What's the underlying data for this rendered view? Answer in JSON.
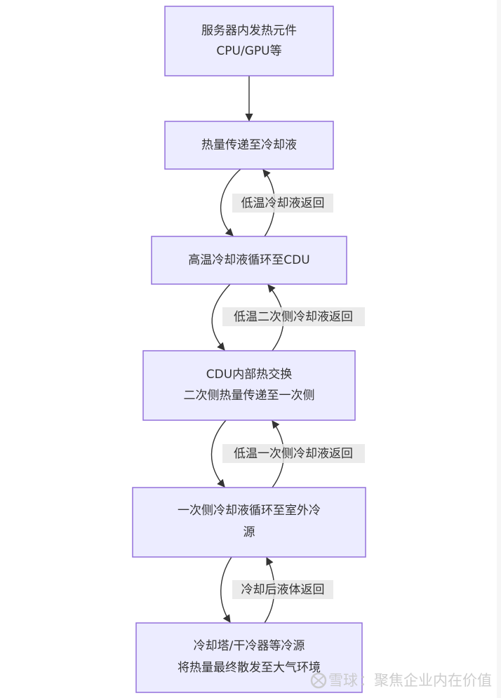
{
  "nodes": [
    {
      "id": "n1",
      "lines": [
        "服务器内发热元件",
        "CPU/GPU等"
      ]
    },
    {
      "id": "n2",
      "lines": [
        "热量传递至冷却液"
      ]
    },
    {
      "id": "n3",
      "lines": [
        "高温冷却液循环至CDU"
      ]
    },
    {
      "id": "n4",
      "lines": [
        "CDU内部热交换",
        "二次侧热量传递至一次侧"
      ]
    },
    {
      "id": "n5",
      "lines": [
        "一次侧冷却液循环至室外冷",
        "源"
      ]
    },
    {
      "id": "n6",
      "lines": [
        "冷却塔/干冷器等冷源",
        "将热量最终散发至大气环境"
      ]
    }
  ],
  "edge_labels": [
    "低温冷却液返回",
    "低温二次侧冷却液返回",
    "低温一次侧冷却液返回",
    "冷却后液体返回"
  ],
  "watermark": {
    "brand": "雪球",
    "text": "：聚焦企业内在价值"
  },
  "colors": {
    "node_fill": "#ECECFF",
    "node_border": "#9370DB",
    "edge": "#333333"
  }
}
